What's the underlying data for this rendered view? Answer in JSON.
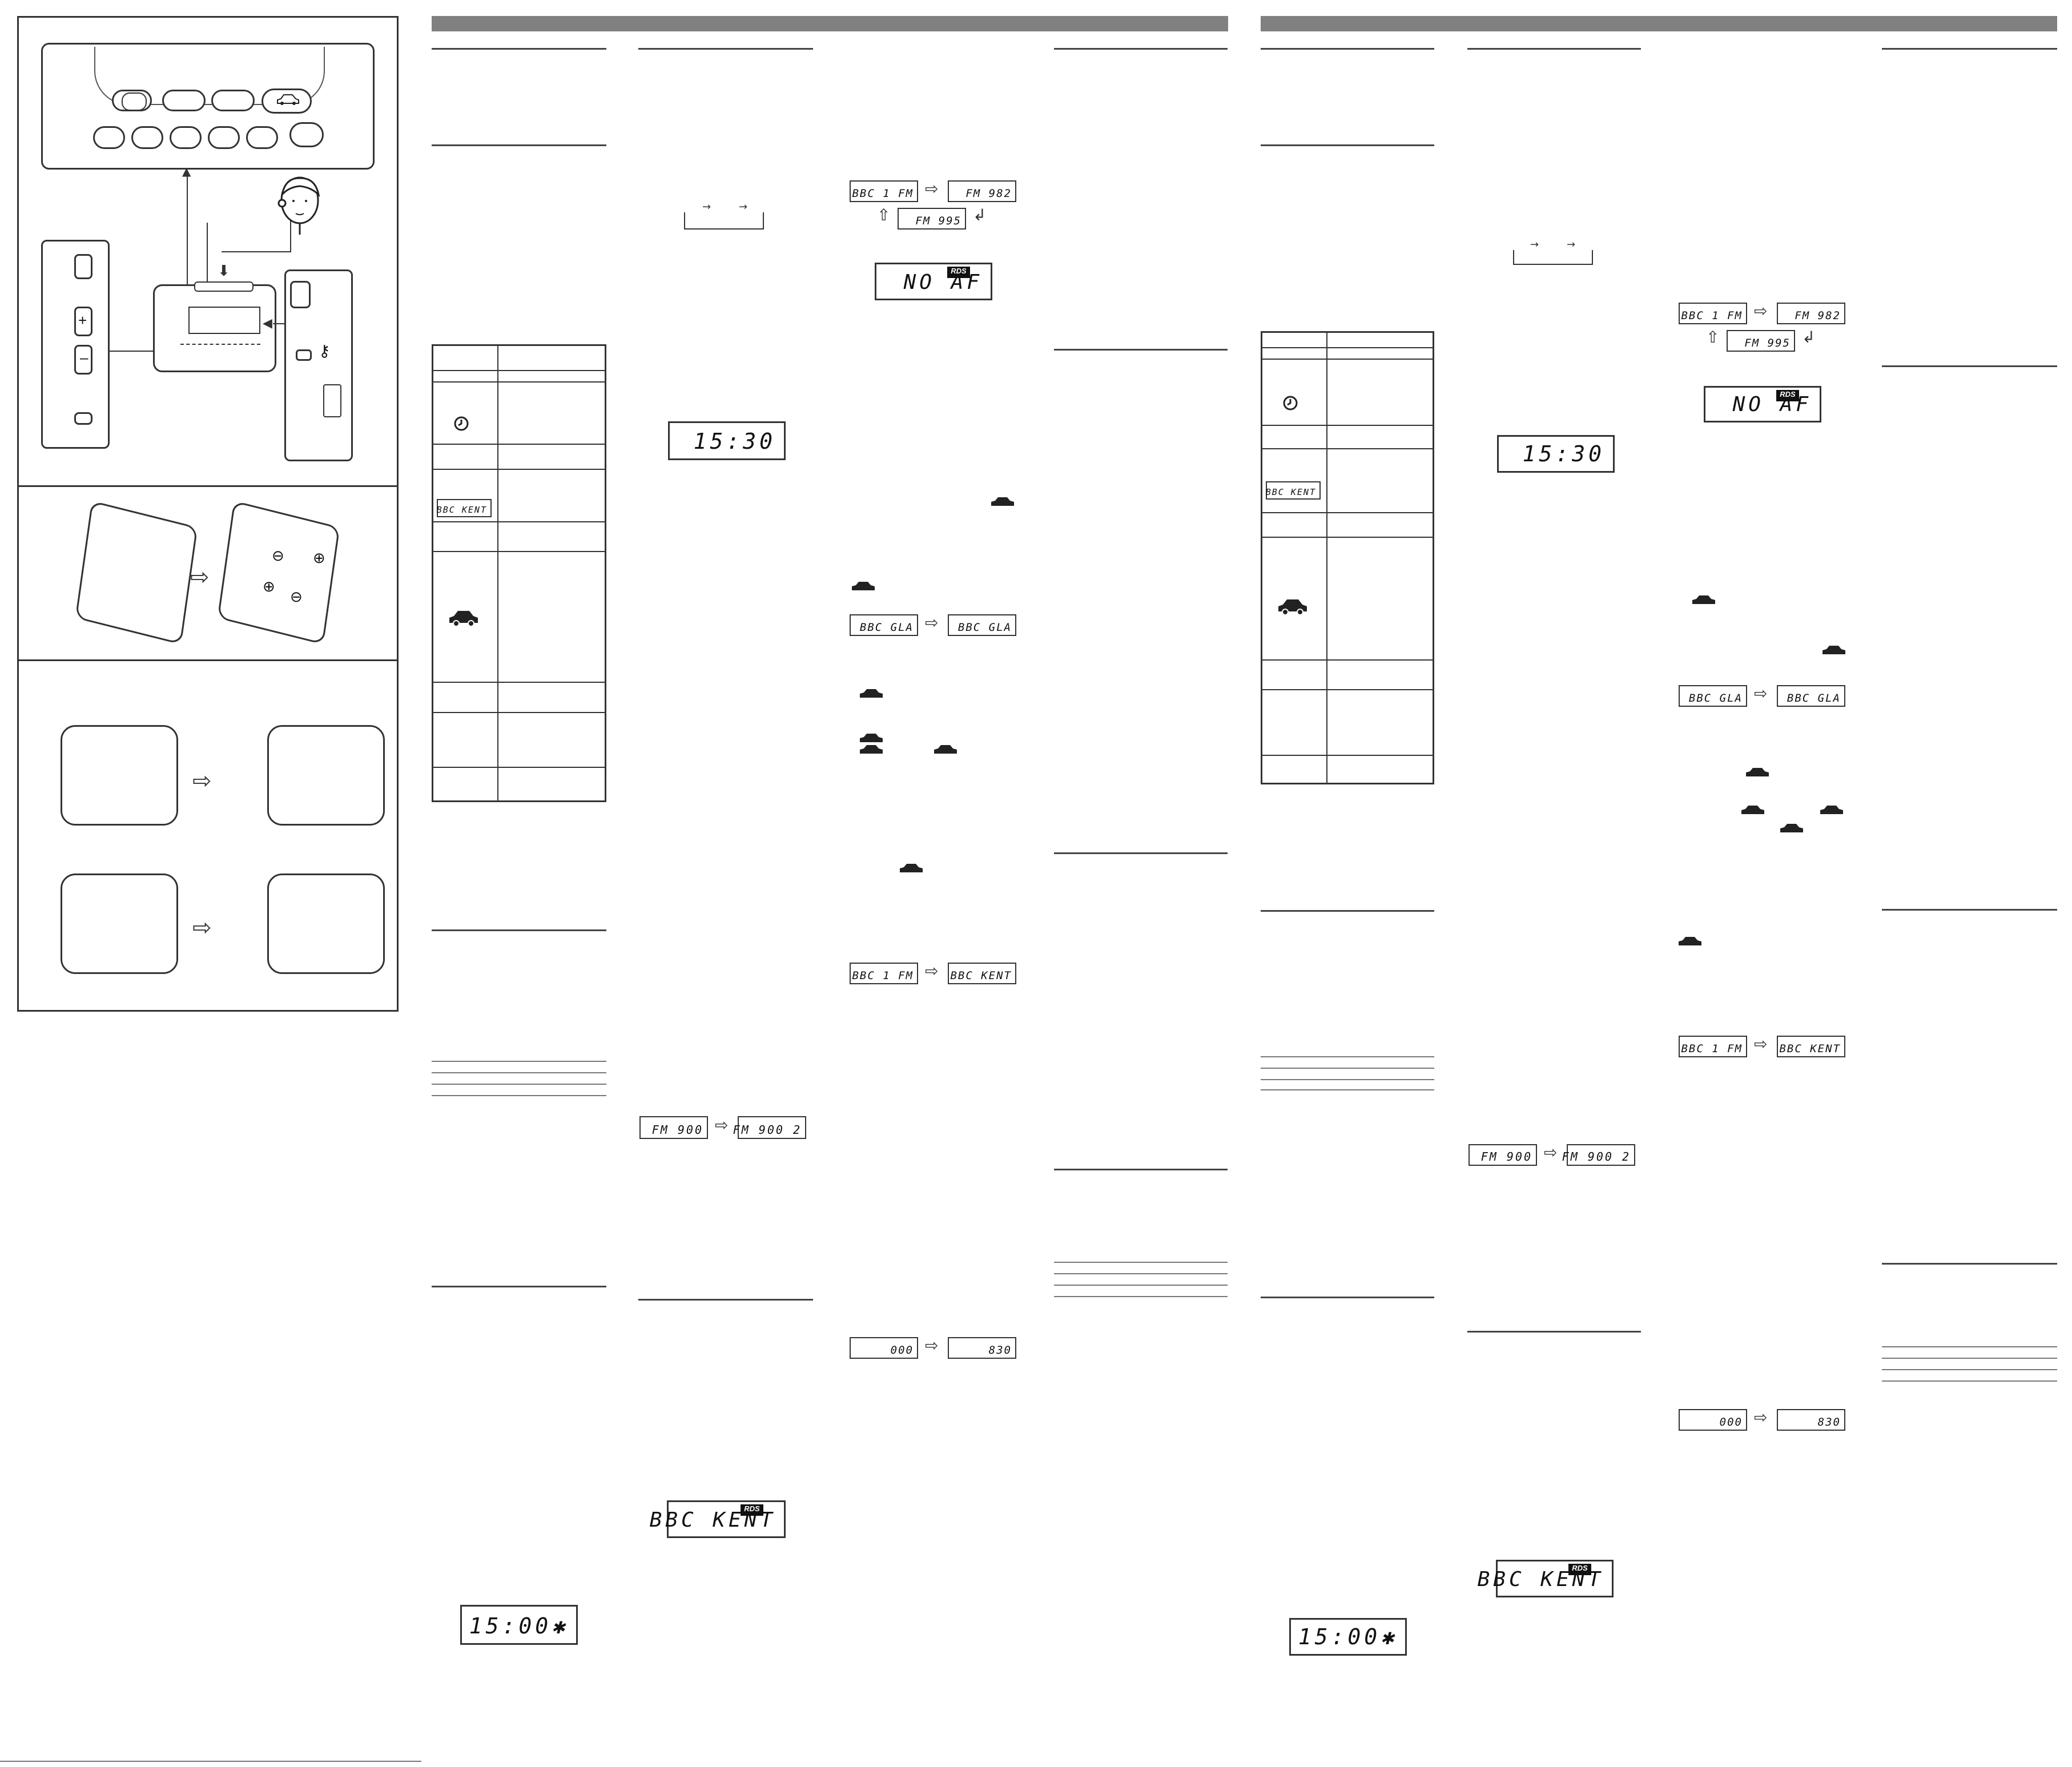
{
  "colors": {
    "header_bar": "#808080",
    "ink": "#111111",
    "paper": "#ffffff"
  },
  "lcd": {
    "clock1530": "15:30",
    "clock1500": "15:00✱",
    "bbc_kent": "BBC KENT",
    "bbc_kent_small": "BBC KENT",
    "bbc1fm": "BBC 1 FM",
    "fm982": "FM 982",
    "fm995": "FM 995",
    "no_af": "NO AF",
    "bbc_gla": "BBC GLA",
    "fm900a": "FM 900",
    "fm900b": "FM 900 2",
    "zero": "000",
    "eight30": "830",
    "rds_tag": "RDS"
  },
  "icons": [
    "clock-icon",
    "car-icon",
    "headphone-person-icon",
    "battery-icon",
    "arrow-right-icon"
  ]
}
